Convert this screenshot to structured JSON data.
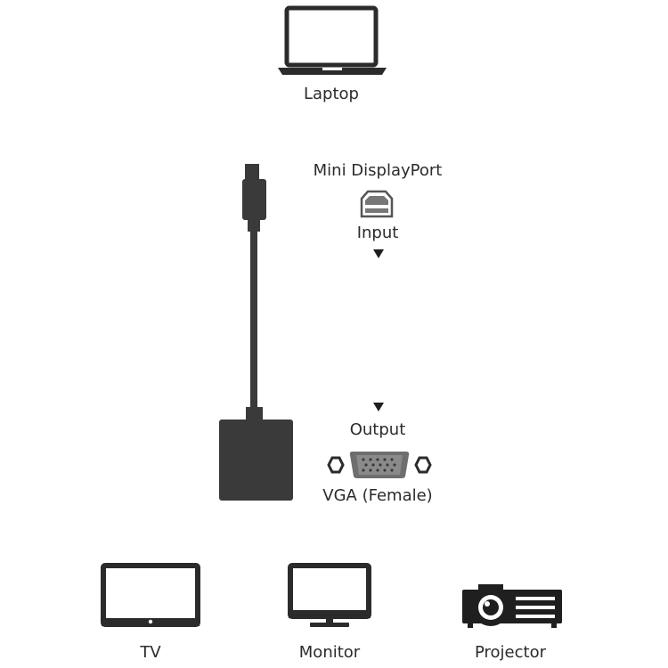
{
  "source_device": {
    "label": "Laptop",
    "icon": "laptop-icon"
  },
  "adapter": {
    "input": {
      "connector_name": "Mini DisplayPort",
      "direction_label": "Input",
      "icon": "mini-displayport-icon"
    },
    "output": {
      "direction_label": "Output",
      "connector_name": "VGA (Female)",
      "icon": "vga-female-icon"
    },
    "icon": "adapter-cable-icon",
    "color": "#3a3a3a"
  },
  "target_devices": [
    {
      "label": "TV",
      "icon": "tv-icon"
    },
    {
      "label": "Monitor",
      "icon": "monitor-icon"
    },
    {
      "label": "Projector",
      "icon": "projector-icon"
    }
  ],
  "colors": {
    "ink": "#2b2b2b",
    "background": "#ffffff"
  }
}
